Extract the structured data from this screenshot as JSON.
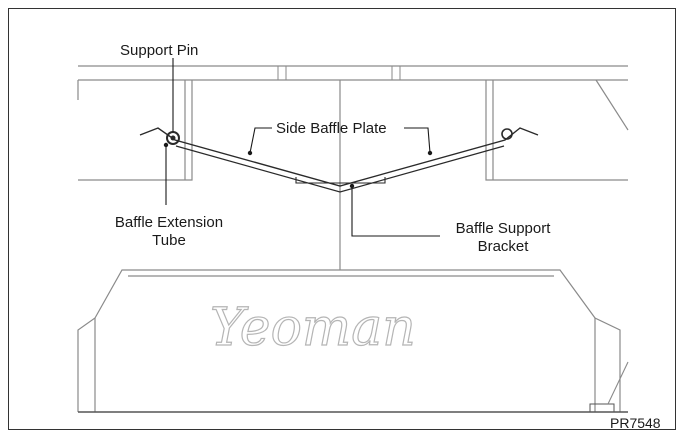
{
  "figure_id": "PR7548",
  "brand_mark": "Yeoman",
  "callouts": {
    "support_pin": "Support Pin",
    "side_baffle_plate": "Side Baffle Plate",
    "baffle_extension_tube": [
      "Baffle Extension",
      "Tube"
    ],
    "baffle_support_bracket": [
      "Baffle Support",
      "Bracket"
    ]
  },
  "colors": {
    "line": "#2a2a2a",
    "faint": "#b5b5b5",
    "outline": "#8a8a8a"
  }
}
